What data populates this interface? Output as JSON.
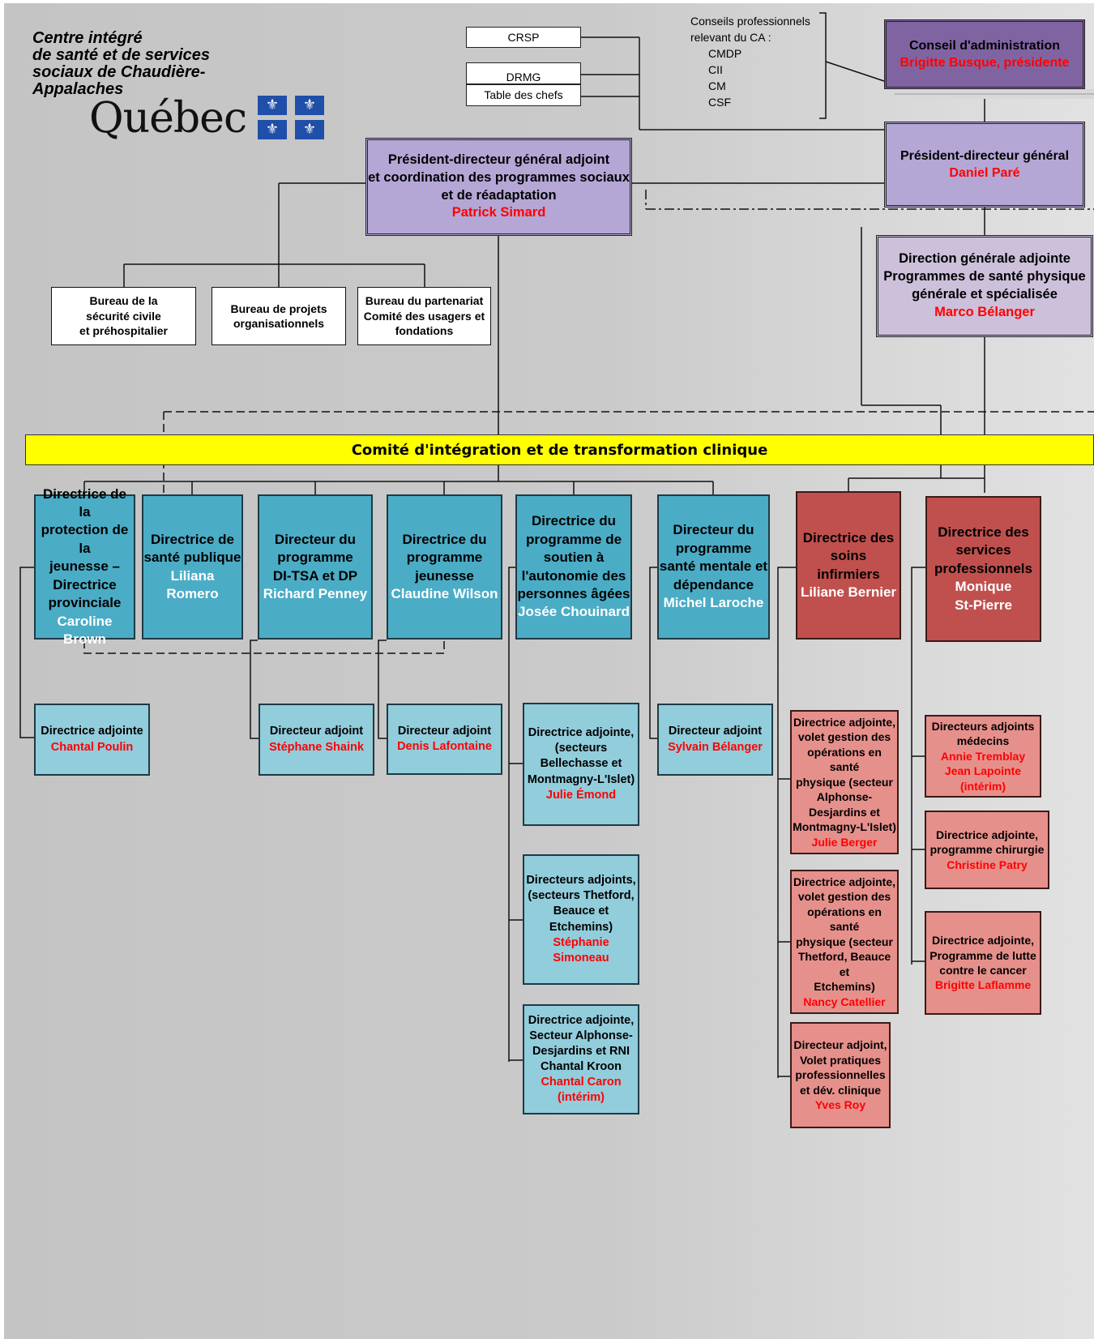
{
  "organization": {
    "name_lines": [
      "Centre intégré",
      "de santé et de services",
      "sociaux de Chaudière-",
      "Appalaches"
    ],
    "wordmark": "Québec",
    "flag_glyph": "⚜"
  },
  "committees": {
    "crsp": "CRSP",
    "drmg": "DRMG",
    "table_des_chefs": "Table des chefs"
  },
  "professional_councils": {
    "heading_lines": [
      "Conseils professionnels",
      "relevant du CA :"
    ],
    "items": [
      "CMDP",
      "CII",
      "CM",
      "CSF"
    ]
  },
  "board": {
    "title": "Conseil d'administration",
    "name": "Brigitte Busque, présidente"
  },
  "ceo": {
    "title": "Président-directeur général",
    "name": "Daniel Paré"
  },
  "deputy_ceo_social": {
    "title": "Président-directeur général adjoint\net coordination des programmes sociaux\net de réadaptation",
    "name": "Patrick Simard"
  },
  "deputy_general_health": {
    "title": "Direction générale adjointe\nProgrammes de santé physique\ngénérale et spécialisée",
    "name": "Marco Bélanger"
  },
  "bureaus": [
    {
      "title": "Bureau de la\nsécurité civile\net préhospitalier"
    },
    {
      "title": "Bureau de projets\norganisationnels"
    },
    {
      "title": "Bureau du partenariat\nComité des usagers et\nfondations"
    }
  ],
  "integration_committee": "Comité d'intégration et de transformation clinique",
  "directorates": [
    {
      "title": "Directrice de la\nprotection de la\njeunesse –\nDirectrice\nprovinciale",
      "name": "Caroline Brown"
    },
    {
      "title": "Directrice de\nsanté publique",
      "name": "Liliana Romero"
    },
    {
      "title": "Directeur du\nprogramme\nDI-TSA et DP",
      "name": "Richard Penney"
    },
    {
      "title": "Directrice du\nprogramme\njeunesse",
      "name": "Claudine Wilson"
    },
    {
      "title": "Directrice du\nprogramme de\nsoutien à\nl'autonomie des\npersonnes âgées",
      "name": "Josée Chouinard"
    },
    {
      "title": "Directeur du\nprogramme\nsanté mentale et\ndépendance",
      "name": "Michel Laroche"
    },
    {
      "title": "Directrice des\nsoins infirmiers",
      "name": "Liliane Bernier"
    },
    {
      "title": "Directrice des\nservices\nprofessionnels",
      "name": "Monique\nSt-Pierre"
    }
  ],
  "adjoints": {
    "poulin": {
      "title": "Directrice adjointe",
      "name": "Chantal Poulin"
    },
    "shaink": {
      "title": "Directeur adjoint",
      "name": "Stéphane Shaink"
    },
    "lafontaine": {
      "title": "Directeur adjoint",
      "name": "Denis Lafontaine"
    },
    "emond": {
      "title": "Directrice adjointe,\n(secteurs\nBellechasse et\nMontmagny-L'Islet)",
      "name": "Julie Émond"
    },
    "simoneau": {
      "title": "Directeurs adjoints,\n(secteurs Thetford,\nBeauce et\nEtchemins)",
      "name": "Stéphanie Simoneau"
    },
    "caron": {
      "title": "Directrice adjointe,\nSecteur Alphonse-\nDesjardins et RNI\nChantal Kroon",
      "name": "Chantal Caron\n(intérim)"
    },
    "belanger": {
      "title": "Directeur adjoint",
      "name": "Sylvain Bélanger"
    },
    "berger": {
      "title": "Directrice adjointe,\nvolet gestion des\nopérations en santé\nphysique (secteur\nAlphonse-\nDesjardins et\nMontmagny-L'Islet)",
      "name": "Julie Berger"
    },
    "catellier": {
      "title": "Directrice adjointe,\nvolet gestion des\nopérations en santé\nphysique (secteur\nThetford, Beauce et\nEtchemins)",
      "name": "Nancy Catellier"
    },
    "roy": {
      "title": "Directeur adjoint,\nVolet pratiques\nprofessionnelles\net dév. clinique",
      "name": "Yves Roy"
    },
    "medecins": {
      "title": "Directeurs adjoints\nmédecins",
      "name": "Annie Tremblay\nJean Lapointe\n(intérim)"
    },
    "patry": {
      "title": "Directrice adjointe,\nprogramme chirurgie",
      "name": "Christine Patry"
    },
    "laflamme": {
      "title": "Directrice adjointe,\nProgramme de lutte\ncontre le cancer",
      "name": "Brigitte Laflamme"
    }
  },
  "colors": {
    "teal": "#4bacc6",
    "light_teal": "#92cddc",
    "brick": "#c0504d",
    "pink": "#e6908c",
    "purple": "#b4a7d6",
    "dark_purple": "#8064a2",
    "light_purple": "#ccc0da",
    "highlight": "#ffff00",
    "name_red": "#ff0000"
  }
}
